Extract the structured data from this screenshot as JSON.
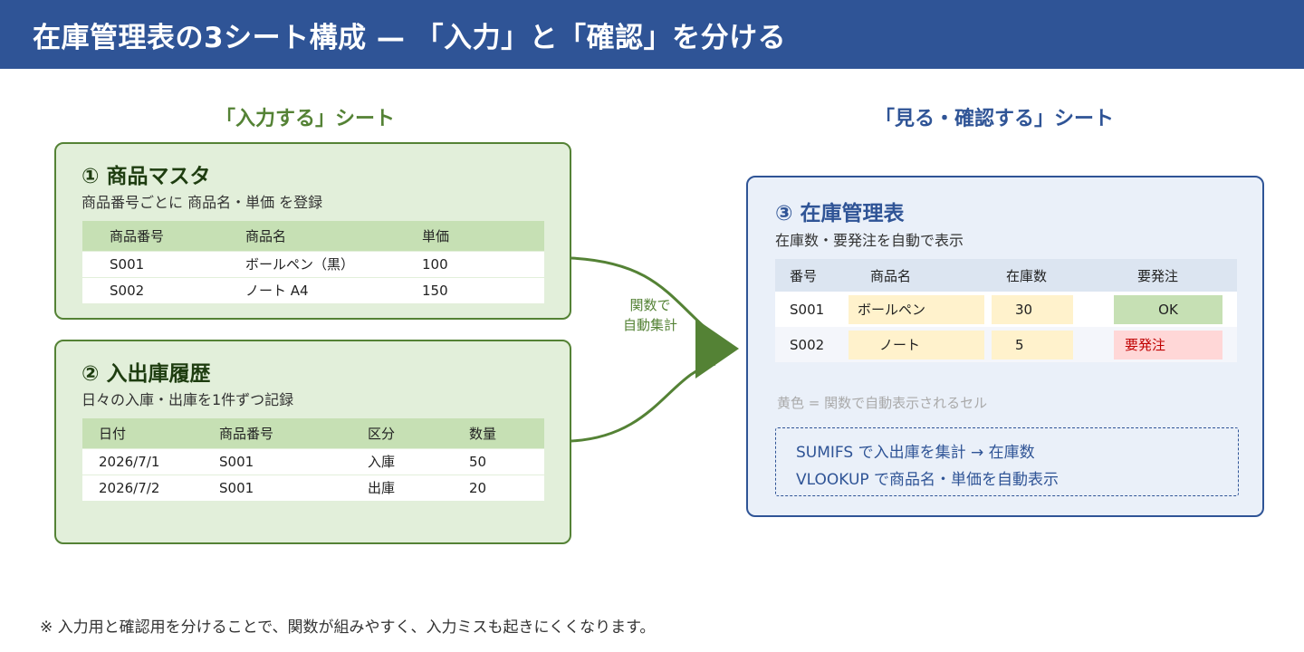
{
  "title": "在庫管理表の3シート構成 — 「入力」と「確認」を分ける",
  "left_heading": "「入力する」シート",
  "right_heading": "「見る・確認する」シート",
  "master": {
    "title": "① 商品マスタ",
    "subtitle": "商品番号ごとに 商品名・単価 を登録",
    "headers": [
      "商品番号",
      "商品名",
      "単価"
    ],
    "rows": [
      [
        "S001",
        "ボールペン（黒）",
        "100"
      ],
      [
        "S002",
        "ノート A4",
        "150"
      ]
    ]
  },
  "history": {
    "title": "② 入出庫履歴",
    "subtitle": "日々の入庫・出庫を1件ずつ記録",
    "headers": [
      "日付",
      "商品番号",
      "区分",
      "数量"
    ],
    "rows": [
      [
        "2026/7/1",
        "S001",
        "入庫",
        "50"
      ],
      [
        "2026/7/2",
        "S001",
        "出庫",
        "20"
      ]
    ]
  },
  "arrow_label": [
    "関数で",
    "自動集計"
  ],
  "inventory": {
    "title": "③ 在庫管理表",
    "subtitle": "在庫数・要発注を自動で表示",
    "headers": [
      "番号",
      "商品名",
      "在庫数",
      "要発注"
    ],
    "rows": [
      [
        "S001",
        "ボールペン",
        "30",
        "OK"
      ],
      [
        "S002",
        "ノート",
        "5",
        "要発注"
      ]
    ],
    "legend": "黄色 = 関数で自動表示されるセル",
    "formula_notes": [
      "SUMIFS で入出庫を集計 → 在庫数",
      "VLOOKUP で商品名・単価を自動表示"
    ]
  },
  "colors": {
    "header_bg": "#2f5496",
    "green": "#548235",
    "green_bg": "#e2efda",
    "blue_bg": "#eaf0f9",
    "yellow_cell": "#fff2cc",
    "alert_text": "#c00000"
  },
  "footer_note": "※ 入力用と確認用を分けることで、関数が組みやすく、入力ミスも起きにくくなります。"
}
